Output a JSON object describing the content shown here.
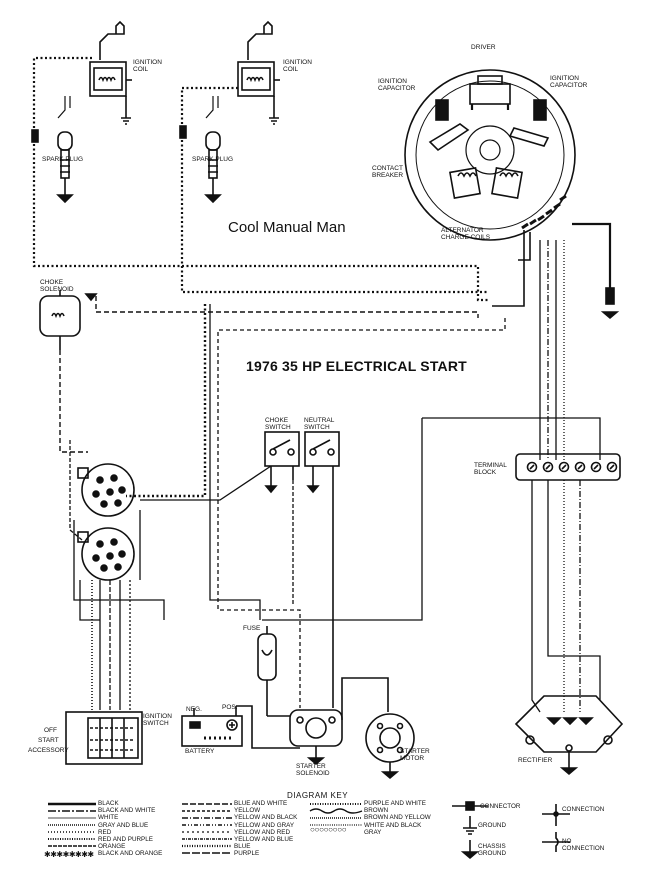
{
  "watermark": "Cool Manual Man",
  "title": "1976 35 HP ELECTRICAL START",
  "components": {
    "ignition_coil_1": "IGNITION COIL",
    "ignition_coil_2": "IGNITION COIL",
    "spark_plug_1": "SPARK PLUG",
    "spark_plug_2": "SPARK PLUG",
    "driver": "DRIVER",
    "ignition_capacitor_left": "IGNITION CAPACITOR",
    "ignition_capacitor_right": "IGNITION CAPACITOR",
    "contact_breaker": "CONTACT BREAKER",
    "alternator_charge_coils": "ALTERNATOR CHARGE COILS",
    "choke_solenoid": "CHOKE SOLENOID",
    "choke_switch": "CHOKE SWITCH",
    "neutral_switch": "NEUTRAL SWITCH",
    "terminal_block": "TERMINAL BLOCK",
    "fuse": "FUSE",
    "ignition_switch": "IGNITION SWITCH",
    "battery": "BATTERY",
    "battery_neg": "NEG.",
    "battery_pos": "POS.",
    "starter_solenoid": "STARTER SOLENOID",
    "starter_motor": "STARTER MOTOR",
    "rectifier": "RECTIFIER",
    "switch_off": "OFF",
    "switch_start": "START",
    "switch_accessory": "ACCESSORY"
  },
  "diagram_key": {
    "title": "DIAGRAM KEY",
    "col1": [
      "BLACK",
      "BLACK AND WHITE",
      "WHITE",
      "GRAY AND BLUE",
      "RED",
      "RED AND PURPLE",
      "ORANGE",
      "BLACK AND ORANGE"
    ],
    "col2": [
      "BLUE AND WHITE",
      "YELLOW",
      "YELLOW AND BLACK",
      "YELLOW AND GRAY",
      "YELLOW AND RED",
      "YELLOW AND BLUE",
      "BLUE",
      "PURPLE"
    ],
    "col3": [
      "PURPLE AND WHITE",
      "BROWN",
      "BROWN AND YELLOW",
      "WHITE AND BLACK",
      "GRAY"
    ],
    "symbols": {
      "connector": "CONNECTOR",
      "ground": "GROUND",
      "chassis_ground": "CHASSIS GROUND",
      "connection": "CONNECTION",
      "no_connection": "NO CONNECTION"
    }
  }
}
